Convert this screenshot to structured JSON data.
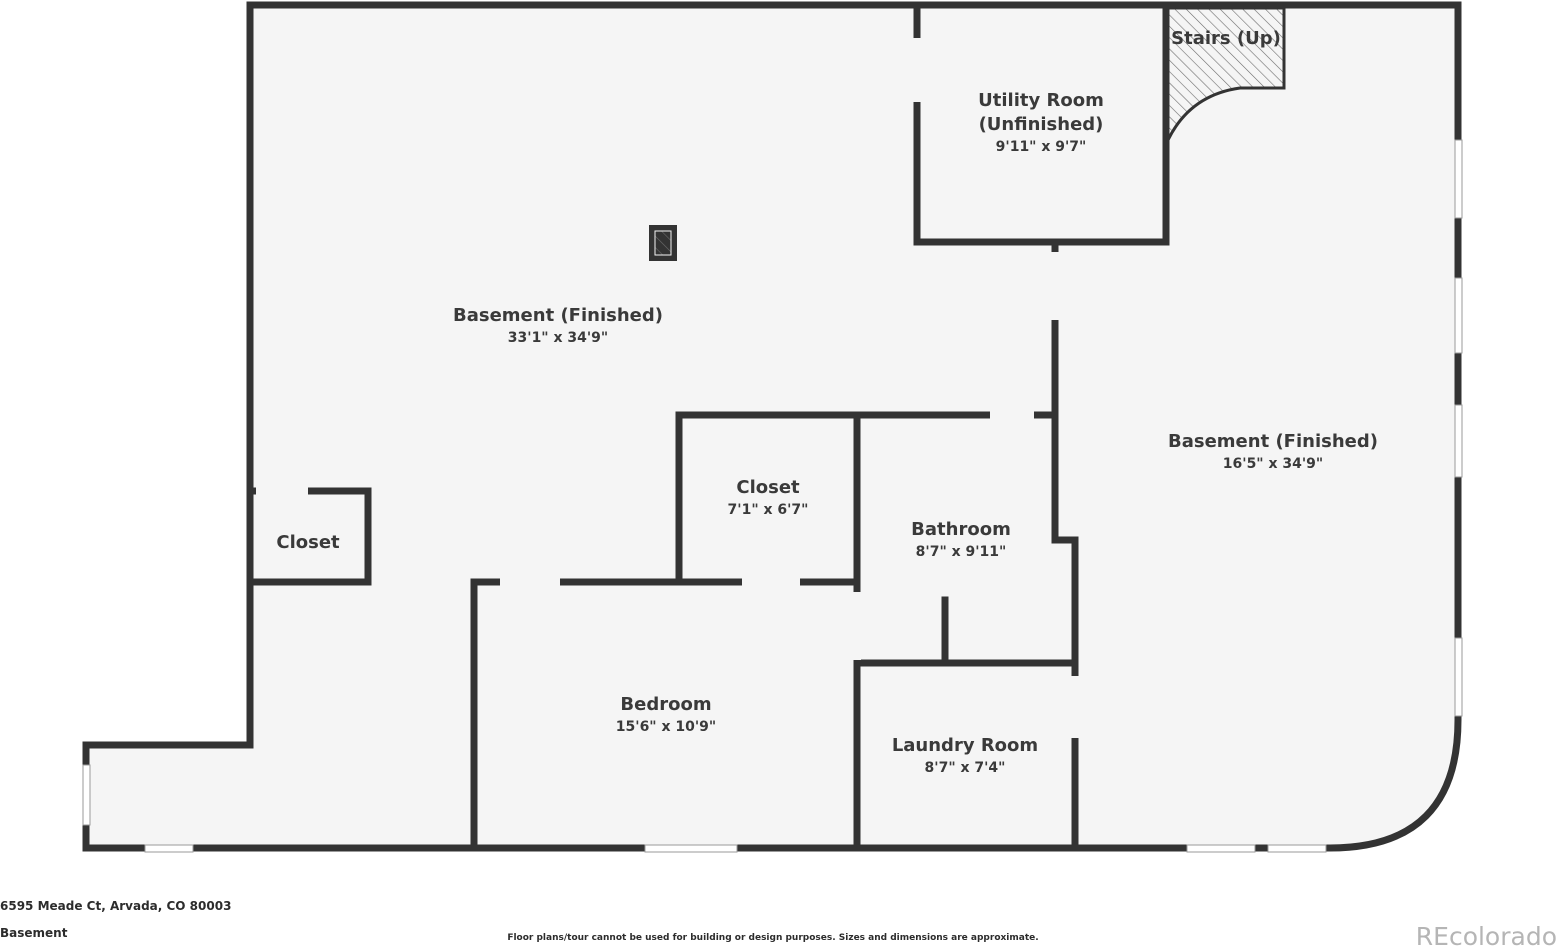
{
  "rooms": {
    "basement_main": {
      "name": "Basement (Finished)",
      "dims": "33'1\" x 34'9\""
    },
    "basement_east": {
      "name": "Basement (Finished)",
      "dims": "16'5\" x 34'9\""
    },
    "utility": {
      "name_line1": "Utility Room",
      "name_line2": "(Unfinished)",
      "dims": "9'11\" x 9'7\""
    },
    "stairs": {
      "name": "Stairs (Up)"
    },
    "closet_small": {
      "name": "Closet"
    },
    "closet_mid": {
      "name": "Closet",
      "dims": "7'1\" x 6'7\""
    },
    "bathroom": {
      "name": "Bathroom",
      "dims": "8'7\" x 9'11\""
    },
    "bedroom": {
      "name": "Bedroom",
      "dims": "15'6\" x 10'9\""
    },
    "laundry": {
      "name": "Laundry Room",
      "dims": "8'7\" x 7'4\""
    }
  },
  "footer": {
    "address": "6595 Meade Ct, Arvada, CO 80003",
    "level": "Basement",
    "disclaimer": "Floor plans/tour cannot be used for building or design purposes. Sizes and dimensions are approximate.",
    "brand": "REcolorado"
  },
  "colors": {
    "wall": "#333333",
    "floor": "#f5f5f5",
    "window": "#ffffff",
    "text": "#3a3a3a"
  }
}
